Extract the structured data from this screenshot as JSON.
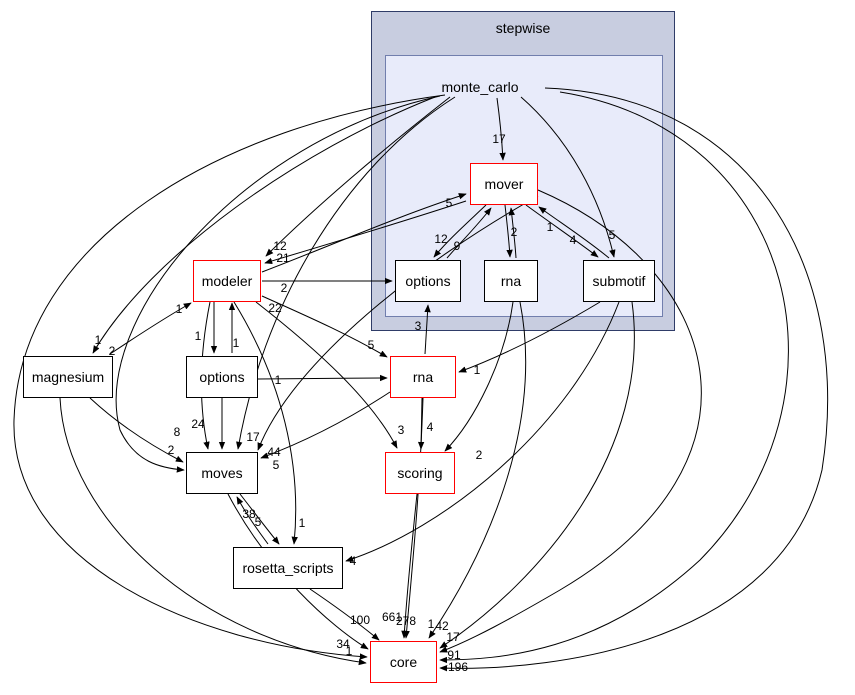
{
  "diagram": {
    "type": "directory-dependency-graph",
    "clusters": [
      {
        "label": "stepwise"
      },
      {
        "label": "monte_carlo"
      }
    ],
    "nodes": [
      {
        "label": "mover",
        "highlighted": true
      },
      {
        "label": "options",
        "highlighted": false
      },
      {
        "label": "rna",
        "highlighted": false
      },
      {
        "label": "submotif",
        "highlighted": false
      },
      {
        "label": "modeler",
        "highlighted": true
      },
      {
        "label": "magnesium",
        "highlighted": false
      },
      {
        "label": "options",
        "highlighted": false
      },
      {
        "label": "rna",
        "highlighted": true
      },
      {
        "label": "moves",
        "highlighted": false
      },
      {
        "label": "scoring",
        "highlighted": true
      },
      {
        "label": "rosetta_scripts",
        "highlighted": false
      },
      {
        "label": "core",
        "highlighted": true
      }
    ],
    "edge_labels": [
      {
        "text": "17"
      },
      {
        "text": "5"
      },
      {
        "text": "12"
      },
      {
        "text": "9"
      },
      {
        "text": "2"
      },
      {
        "text": "1"
      },
      {
        "text": "4"
      },
      {
        "text": "5"
      },
      {
        "text": "12"
      },
      {
        "text": "21"
      },
      {
        "text": "2"
      },
      {
        "text": "22"
      },
      {
        "text": "1"
      },
      {
        "text": "1"
      },
      {
        "text": "2"
      },
      {
        "text": "1"
      },
      {
        "text": "1"
      },
      {
        "text": "5"
      },
      {
        "text": "3"
      },
      {
        "text": "1"
      },
      {
        "text": "1"
      },
      {
        "text": "24"
      },
      {
        "text": "8"
      },
      {
        "text": "17"
      },
      {
        "text": "2"
      },
      {
        "text": "44"
      },
      {
        "text": "5"
      },
      {
        "text": "3"
      },
      {
        "text": "4"
      },
      {
        "text": "2"
      },
      {
        "text": "38"
      },
      {
        "text": "5"
      },
      {
        "text": "1"
      },
      {
        "text": "4"
      },
      {
        "text": "100"
      },
      {
        "text": "661"
      },
      {
        "text": "278"
      },
      {
        "text": "1"
      },
      {
        "text": "42"
      },
      {
        "text": "17"
      },
      {
        "text": "91"
      },
      {
        "text": "196"
      },
      {
        "text": "34"
      },
      {
        "text": "1"
      }
    ]
  },
  "colors": {
    "highlight_border": "#ff0000",
    "node_border": "#000000",
    "node_fill": "#ffffff",
    "outer_cluster_fill": "#c8cde0",
    "outer_cluster_border": "#2f3c68",
    "inner_cluster_fill": "#e8ebfa",
    "inner_cluster_border": "#717ead",
    "edge_color": "#000000"
  }
}
